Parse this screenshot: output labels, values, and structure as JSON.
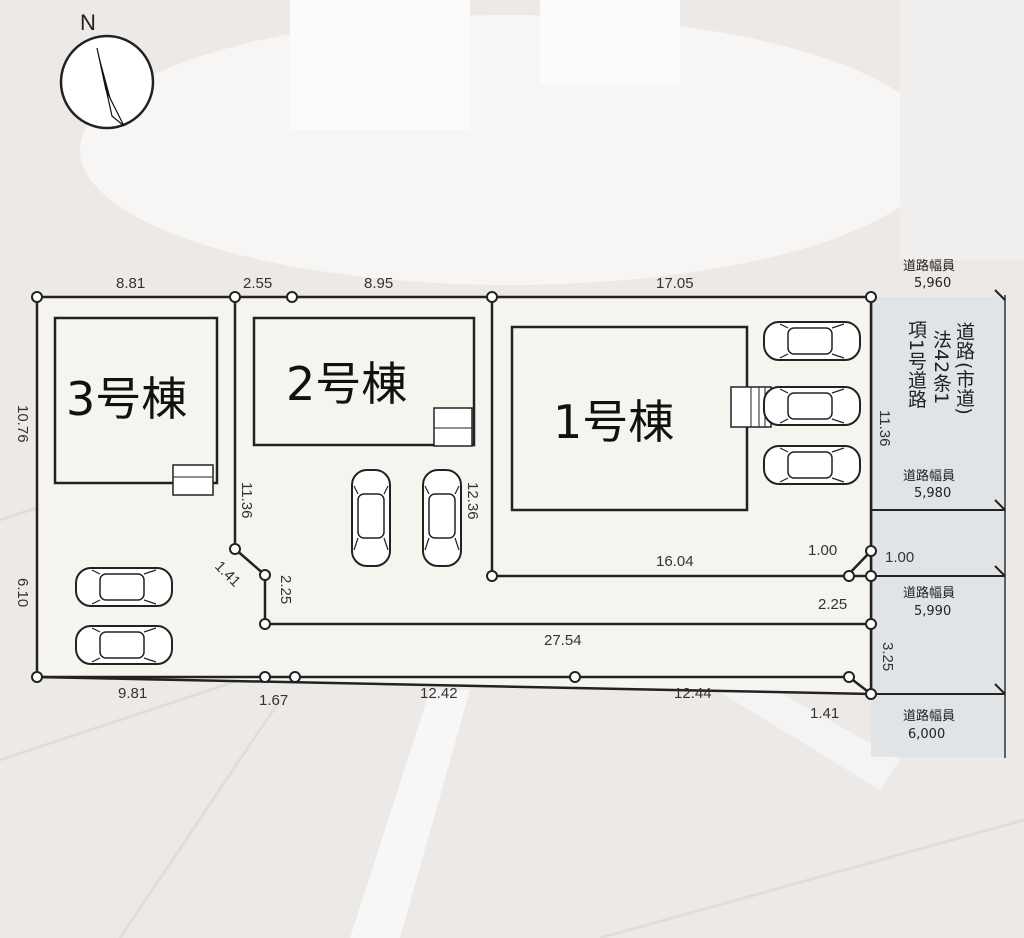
{
  "compass": {
    "label": "N",
    "icon": "north-arrow-icon"
  },
  "buildings": {
    "b1": "1号棟",
    "b2": "2号棟",
    "b3": "3号棟"
  },
  "dimensions": {
    "top_8_81": "8.81",
    "top_2_55": "2.55",
    "top_8_95": "8.95",
    "top_17_05": "17.05",
    "left_10_76": "10.76",
    "left_6_10": "6.10",
    "v_11_36_left": "11.36",
    "diag_1_41_left": "1.41",
    "v_2_25_left": "2.25",
    "v_12_36": "12.36",
    "v_11_36_right": "11.36",
    "h_16_04": "16.04",
    "h_1_00_a": "1.00",
    "h_1_00_b": "1.00",
    "h_2_25_right": "2.25",
    "h_27_54": "27.54",
    "v_3_25": "3.25",
    "bot_9_81": "9.81",
    "bot_1_67": "1.67",
    "bot_12_42": "12.42",
    "bot_12_44": "12.44",
    "diag_1_41_right": "1.41"
  },
  "road": {
    "width_label": "道路幅員",
    "widths": [
      "5,960",
      "5,980",
      "5,990",
      "6,000"
    ],
    "type_columns": [
      "道路",
      "法42条1",
      "項1号道路",
      "(市道)"
    ]
  },
  "colors": {
    "lot_fill": "#f6f4ee",
    "outline": "#222222",
    "road_fill": "#dfe3e7"
  }
}
